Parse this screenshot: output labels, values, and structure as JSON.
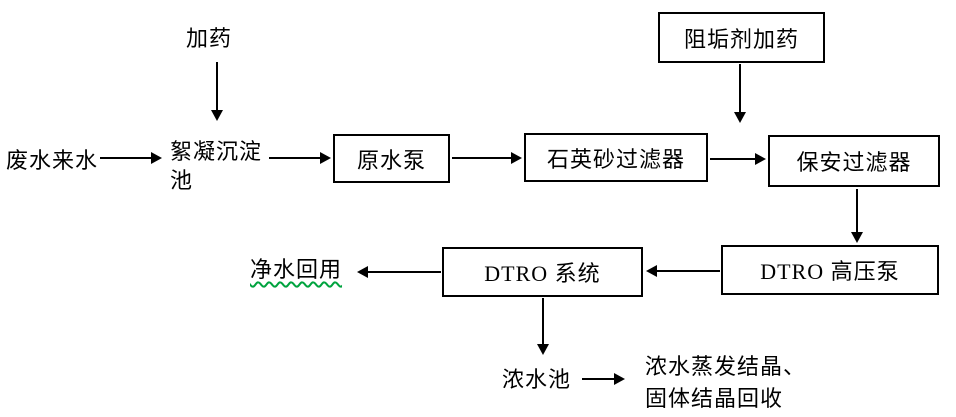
{
  "diagram": {
    "type": "process-flowchart",
    "language": "zh-CN",
    "nodes": {
      "dosing": {
        "label": "加药",
        "shape": "text"
      },
      "wastewater_inlet": {
        "label": "废水来水",
        "shape": "text"
      },
      "coagulation_sedimentation_tank": {
        "label": "絮凝沉淀池",
        "shape": "text"
      },
      "raw_water_pump": {
        "label": "原水泵",
        "shape": "box"
      },
      "quartz_sand_filter": {
        "label": "石英砂过滤器",
        "shape": "box"
      },
      "antiscalant_dosing": {
        "label": "阻垢剂加药",
        "shape": "box"
      },
      "security_filter": {
        "label": "保安过滤器",
        "shape": "box"
      },
      "dtro_high_pressure_pump": {
        "label": "DTRO 高压泵",
        "shape": "box"
      },
      "dtro_system": {
        "label": "DTRO 系统",
        "shape": "box"
      },
      "clean_water_reuse": {
        "label": "净水回用",
        "shape": "text",
        "grammar_underline": true
      },
      "concentrate_pool": {
        "label": "浓水池",
        "shape": "text"
      },
      "concentrate_treatment": {
        "line1": "浓水蒸发结晶、",
        "line2": "固体结晶回收",
        "shape": "text"
      }
    },
    "edges": [
      {
        "from": "dosing",
        "to": "coagulation_sedimentation_tank",
        "direction": "down"
      },
      {
        "from": "wastewater_inlet",
        "to": "coagulation_sedimentation_tank",
        "direction": "right"
      },
      {
        "from": "coagulation_sedimentation_tank",
        "to": "raw_water_pump",
        "direction": "right"
      },
      {
        "from": "raw_water_pump",
        "to": "quartz_sand_filter",
        "direction": "right"
      },
      {
        "from": "quartz_sand_filter",
        "to": "security_filter",
        "direction": "right"
      },
      {
        "from": "antiscalant_dosing",
        "to": "security_filter_inlet_line",
        "direction": "down"
      },
      {
        "from": "security_filter",
        "to": "dtro_high_pressure_pump",
        "direction": "down"
      },
      {
        "from": "dtro_high_pressure_pump",
        "to": "dtro_system",
        "direction": "left"
      },
      {
        "from": "dtro_system",
        "to": "clean_water_reuse",
        "direction": "left"
      },
      {
        "from": "dtro_system",
        "to": "concentrate_pool",
        "direction": "down"
      },
      {
        "from": "concentrate_pool",
        "to": "concentrate_treatment",
        "direction": "right"
      }
    ],
    "colors": {
      "stroke": "#000000",
      "text": "#000000",
      "background": "#ffffff",
      "grammar_underline": "#00a33e"
    }
  }
}
